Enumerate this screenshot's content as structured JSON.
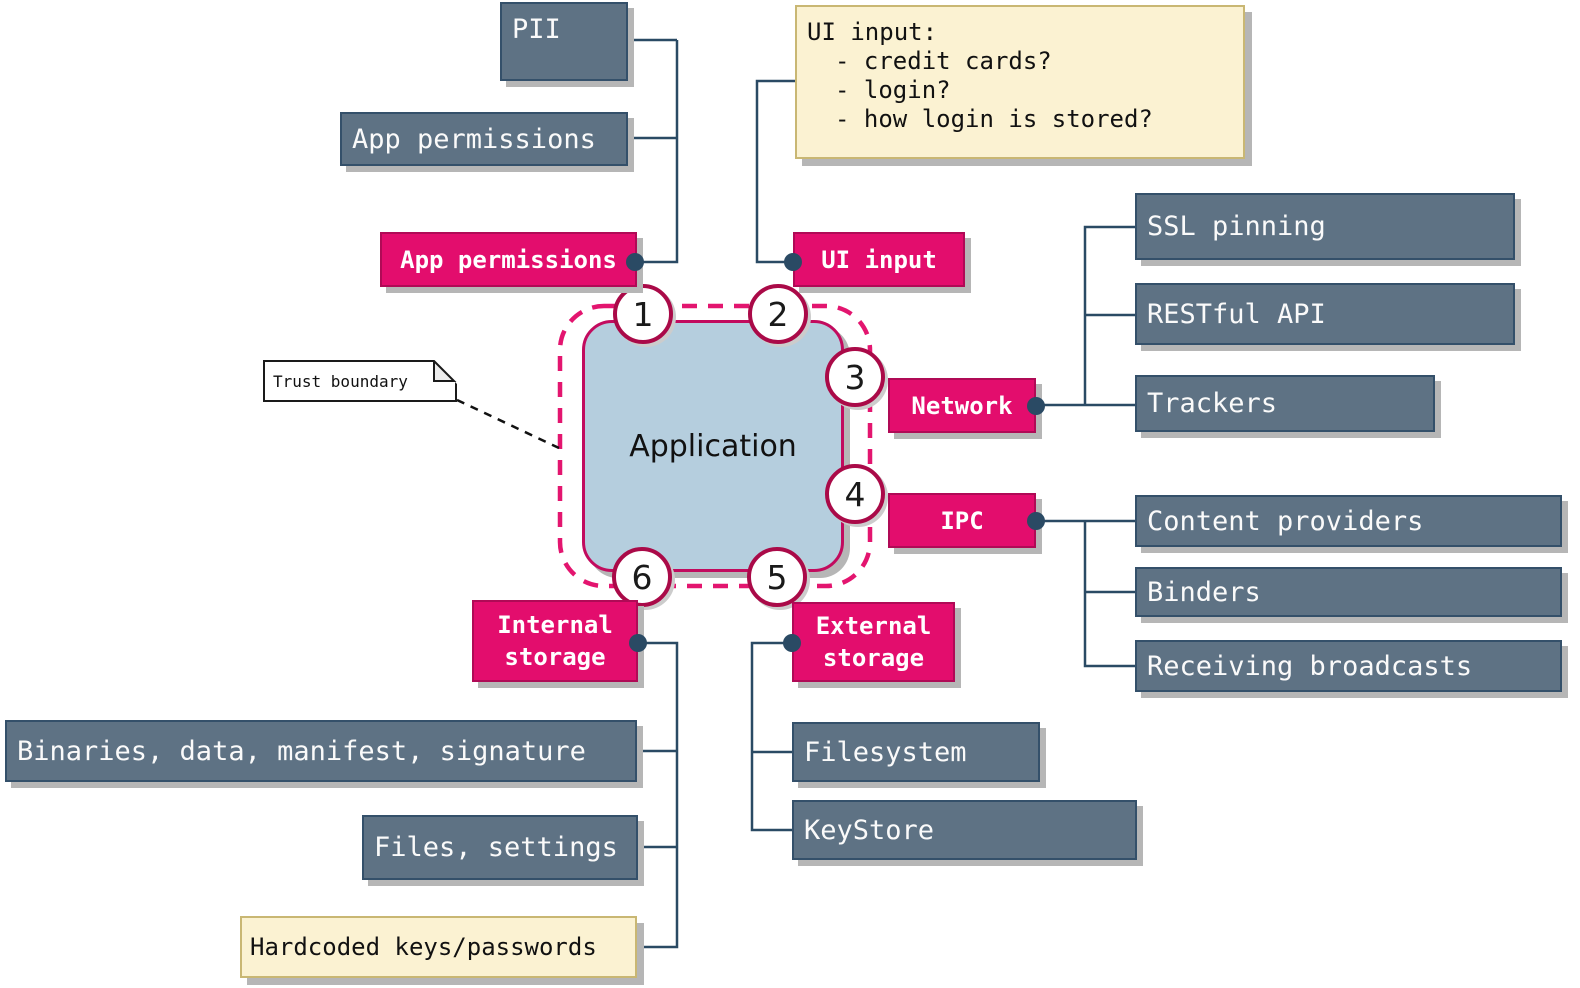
{
  "diagram": {
    "center": {
      "label": "Application"
    },
    "trust_boundary": {
      "label": "Trust boundary"
    },
    "attack_surfaces": [
      {
        "number": "1",
        "lines": [
          "App permissions"
        ]
      },
      {
        "number": "2",
        "lines": [
          "UI input"
        ]
      },
      {
        "number": "3",
        "lines": [
          "Network"
        ]
      },
      {
        "number": "4",
        "lines": [
          "IPC"
        ]
      },
      {
        "number": "5",
        "lines": [
          "External",
          "storage"
        ]
      },
      {
        "number": "6",
        "lines": [
          "Internal",
          "storage"
        ]
      }
    ],
    "gray_nodes": {
      "pii": "PII",
      "app_permissions": "App permissions",
      "ssl_pinning": "SSL pinning",
      "restful_api": "RESTful API",
      "trackers": "Trackers",
      "content_providers": "Content providers",
      "binders": "Binders",
      "receiving_broadcasts": "Receiving broadcasts",
      "binaries": "Binaries, data, manifest, signature",
      "files_settings": "Files, settings",
      "filesystem": "Filesystem",
      "keystore": "KeyStore"
    },
    "yellow_nodes": {
      "hardcoded": "Hardcoded keys/passwords",
      "ui_input_note": {
        "title": "UI input:",
        "items": [
          "- credit cards?",
          "- login?",
          "- how login is stored?"
        ]
      }
    },
    "colors": {
      "pink": "#e30d6d",
      "pink_border": "#b00a56",
      "slate": "#5e7284",
      "slate_border": "#34506a",
      "connector": "#2a4a64",
      "app_fill": "#b5cede",
      "app_border": "#c20b5e",
      "boundary_dash": "#e3156f",
      "note_yellow": "#fbf2d2",
      "note_yellow_border": "#c9b773",
      "circle_border": "#aa0a48"
    }
  }
}
